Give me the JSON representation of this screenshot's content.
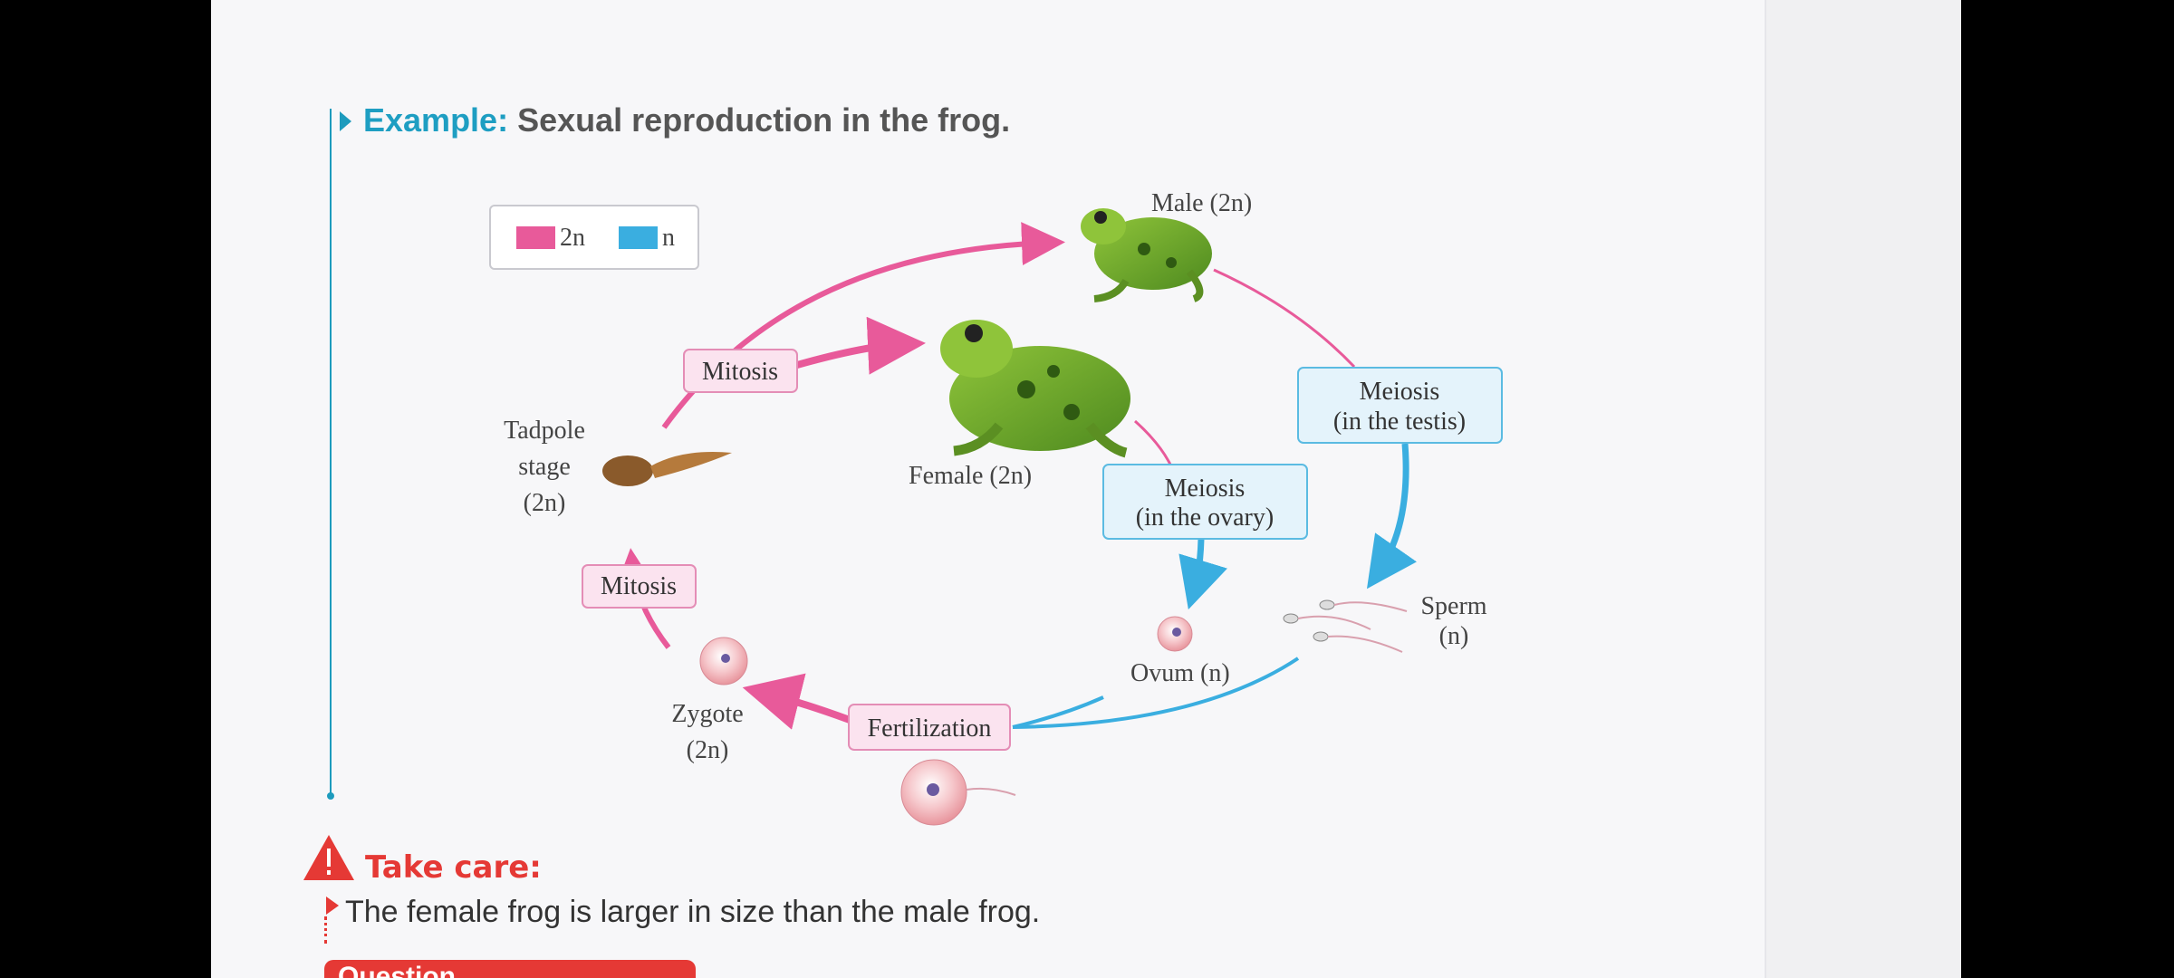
{
  "header": {
    "keyword": "Example:",
    "title": "Sexual reproduction in the frog."
  },
  "legend": {
    "diploid_label": "2n",
    "haploid_label": "n",
    "diploid_color": "#e85a9a",
    "haploid_color": "#3aaee0"
  },
  "diagram": {
    "male": "Male (2n)",
    "female": "Female (2n)",
    "meiosis_testis_1": "Meiosis",
    "meiosis_testis_2": "(in the testis)",
    "meiosis_ovary_1": "Meiosis",
    "meiosis_ovary_2": "(in the ovary)",
    "sperm_1": "Sperm",
    "sperm_2": "(n)",
    "ovum": "Ovum (n)",
    "fertilization": "Fertilization",
    "zygote_1": "Zygote",
    "zygote_2": "(2n)",
    "mitosis_top": "Mitosis",
    "mitosis_bottom": "Mitosis",
    "tadpole_1": "Tadpole",
    "tadpole_2": "stage",
    "tadpole_3": "(2n)"
  },
  "take_care": {
    "label": "Take care:",
    "text": "The female frog is larger in size than the male frog."
  },
  "question_bar": {
    "label": "Question"
  }
}
